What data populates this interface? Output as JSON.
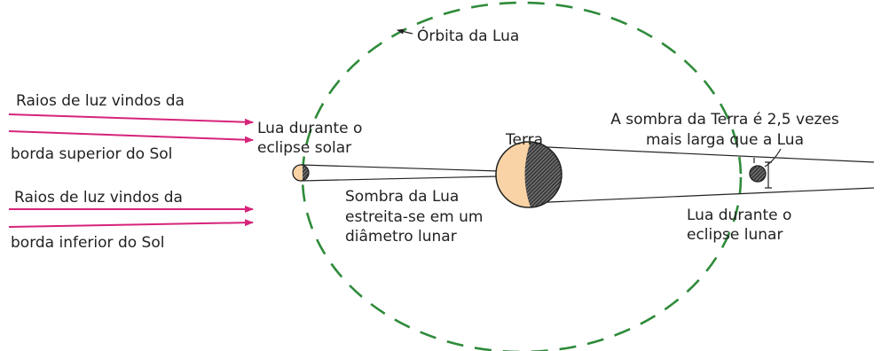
{
  "labels": {
    "orbit": "Órbita da Lua",
    "rays_top_1": "Raios de luz vindos da",
    "rays_top_2": "borda superior do Sol",
    "rays_bottom_1": "Raios de luz vindos da",
    "rays_bottom_2": "borda inferior do Sol",
    "moon_solar_1": "Lua durante o",
    "moon_solar_2": "eclipse solar",
    "earth": "Terra",
    "moon_shadow_1": "Sombra da Lua",
    "moon_shadow_2": "estreita-se em um",
    "moon_shadow_3": "diâmetro lunar",
    "earth_shadow_1": "A sombra da Terra é 2,5 vezes",
    "earth_shadow_2": "mais larga que a Lua",
    "moon_lunar_1": "Lua durante o",
    "moon_lunar_2": "eclipse lunar"
  },
  "colors": {
    "ray": "#d6247a",
    "orbit": "#2e8b3a",
    "body_fill": "#f9d3a5",
    "outline": "#222222"
  }
}
